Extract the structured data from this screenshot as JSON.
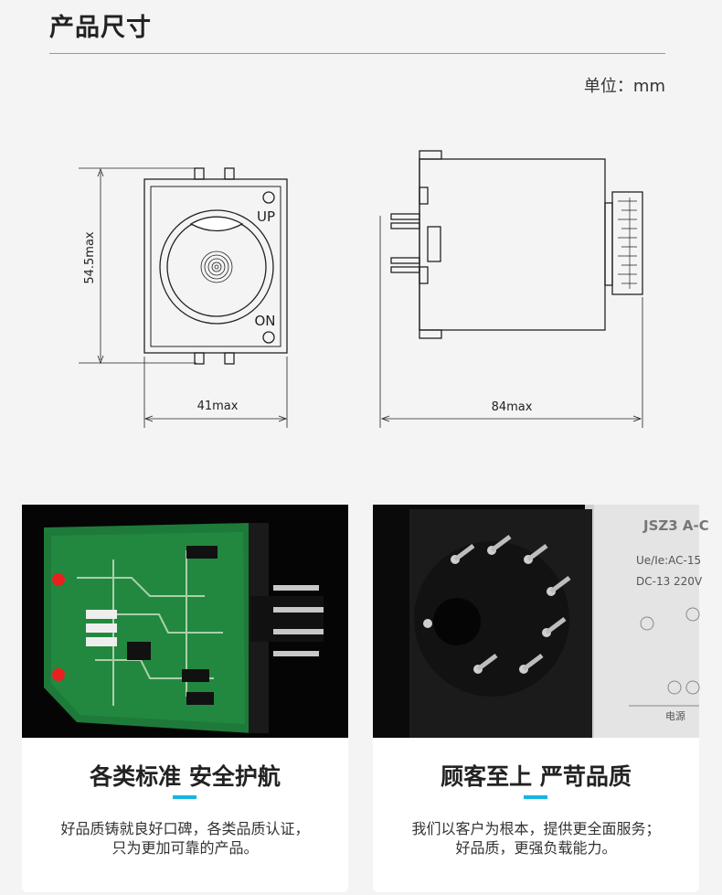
{
  "header": {
    "title": "产品尺寸",
    "unit_label": "单位：mm"
  },
  "dimensions": {
    "front_height": "54.5max",
    "front_width": "41max",
    "side_depth": "84max",
    "knob_up": "UP",
    "knob_on": "ON"
  },
  "features": [
    {
      "title": "各类标准 安全护航",
      "desc": "好品质铸就良好口碑，各类品质认证，只为更加可靠的产品。",
      "image": "pcb-circuit-board"
    },
    {
      "title": "顾客至上 严苛品质",
      "desc": "我们以客户为根本，提供更全面服务；好品质，更强负载能力。",
      "image": "relay-base-pins",
      "label_lines": [
        "JSZ3 A-C",
        "Ue/Ie:AC-15",
        "DC-13 220V",
        "电源"
      ]
    }
  ],
  "colors": {
    "accent": "#14b6df",
    "pcb": "#1e7a3a",
    "line": "#222222"
  }
}
